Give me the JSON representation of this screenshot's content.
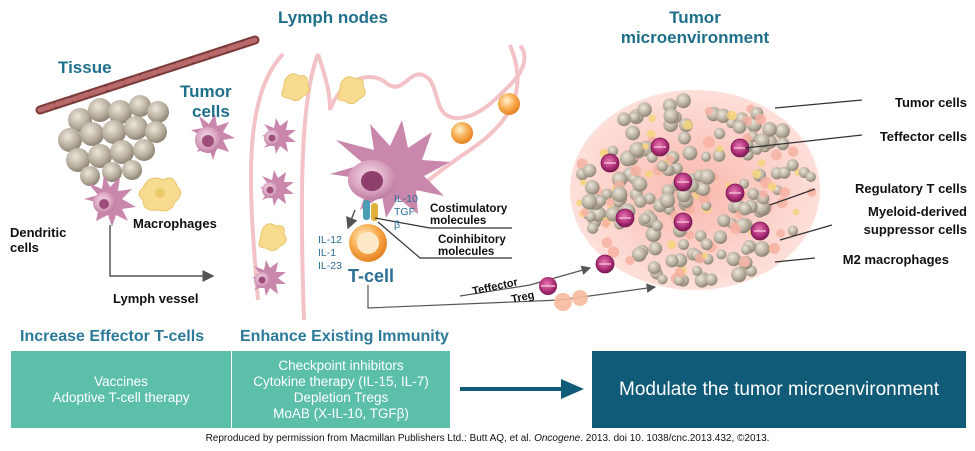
{
  "titles": {
    "lymph_nodes": "Lymph nodes",
    "tumor_micro_line1": "Tumor",
    "tumor_micro_line2": "microenvironment",
    "tissue": "Tissue",
    "tumor_cells_line1": "Tumor",
    "tumor_cells_line2": "cells"
  },
  "labels": {
    "dendritic_line1": "Dendritic",
    "dendritic_line2": "cells",
    "macrophages": "Macrophages",
    "lymph_vessel": "Lymph vessel",
    "il12": "IL-12",
    "il1": "IL-1",
    "il23": "IL-23",
    "il10": "IL-10",
    "tgf": "TGF",
    "beta": "β",
    "tcell": "T-cell",
    "costim_line1": "Costimulatory",
    "costim_line2": "molecules",
    "coinhib_line1": "Coinhibitory",
    "coinhib_line2": "molecules",
    "teffector_arrow": "Teffector",
    "treg_arrow": "Treg"
  },
  "tumor_labels": [
    "Tumor cells",
    "Teffector cells",
    "Regulatory T cells",
    "Myeloid-derived",
    "suppressor cells",
    "M2 macrophages"
  ],
  "sections": {
    "increase": "Increase  Effector T-cells",
    "enhance": "Enhance Existing Immunity"
  },
  "boxes": {
    "box1": [
      "Vaccines",
      "Adoptive T-cell therapy"
    ],
    "box2": [
      "Checkpoint inhibitors",
      "Cytokine therapy (IL-15, IL-7)",
      "Depletion Tregs",
      "MoAB (X-IL-10, TGFβ)"
    ],
    "box3": "Modulate the tumor microenvironment"
  },
  "citation": {
    "before": "Reproduced by permission from Macmillan Publishers Ltd.: Butt AQ, et al. ",
    "journal": "Oncogene",
    "after": ". 2013.  doi 10. 1038/cnc.2013.432, ©2013."
  },
  "colors": {
    "teal_box": "#5bbfa9",
    "dark_box": "#0f5b78",
    "title_blue": "#1f6f8b",
    "vessel_pink": "#f3c2c6",
    "tumor_gray": "#b7ae9e",
    "treg_magenta": "#b0307a"
  }
}
